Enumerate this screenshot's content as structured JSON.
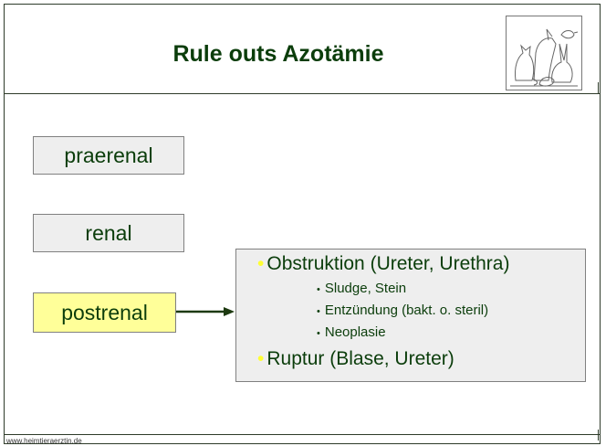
{
  "title": "Rule outs Azotämie",
  "logo": {
    "alt": "animals-logo-icon"
  },
  "categories": {
    "prerenal": "praerenal",
    "renal": "renal",
    "postrenal": "postrenal"
  },
  "details": {
    "main_items": [
      "Obstruktion (Ureter, Urethra)",
      "Ruptur (Blase, Ureter)"
    ],
    "sub_items": [
      "Sludge, Stein",
      "Entzündung (bakt. o. steril)",
      "Neoplasie"
    ],
    "main_bullet": "•",
    "sub_bullet": "•"
  },
  "footer": "www.heimtieraerztin.de",
  "colors": {
    "title": "#0b3d0b",
    "text": "#0b3d0b",
    "box_gray": "#eeeeee",
    "box_highlight": "#ffff99",
    "bullet_yellow": "#ffff33",
    "arrow": "#1d3a10"
  }
}
